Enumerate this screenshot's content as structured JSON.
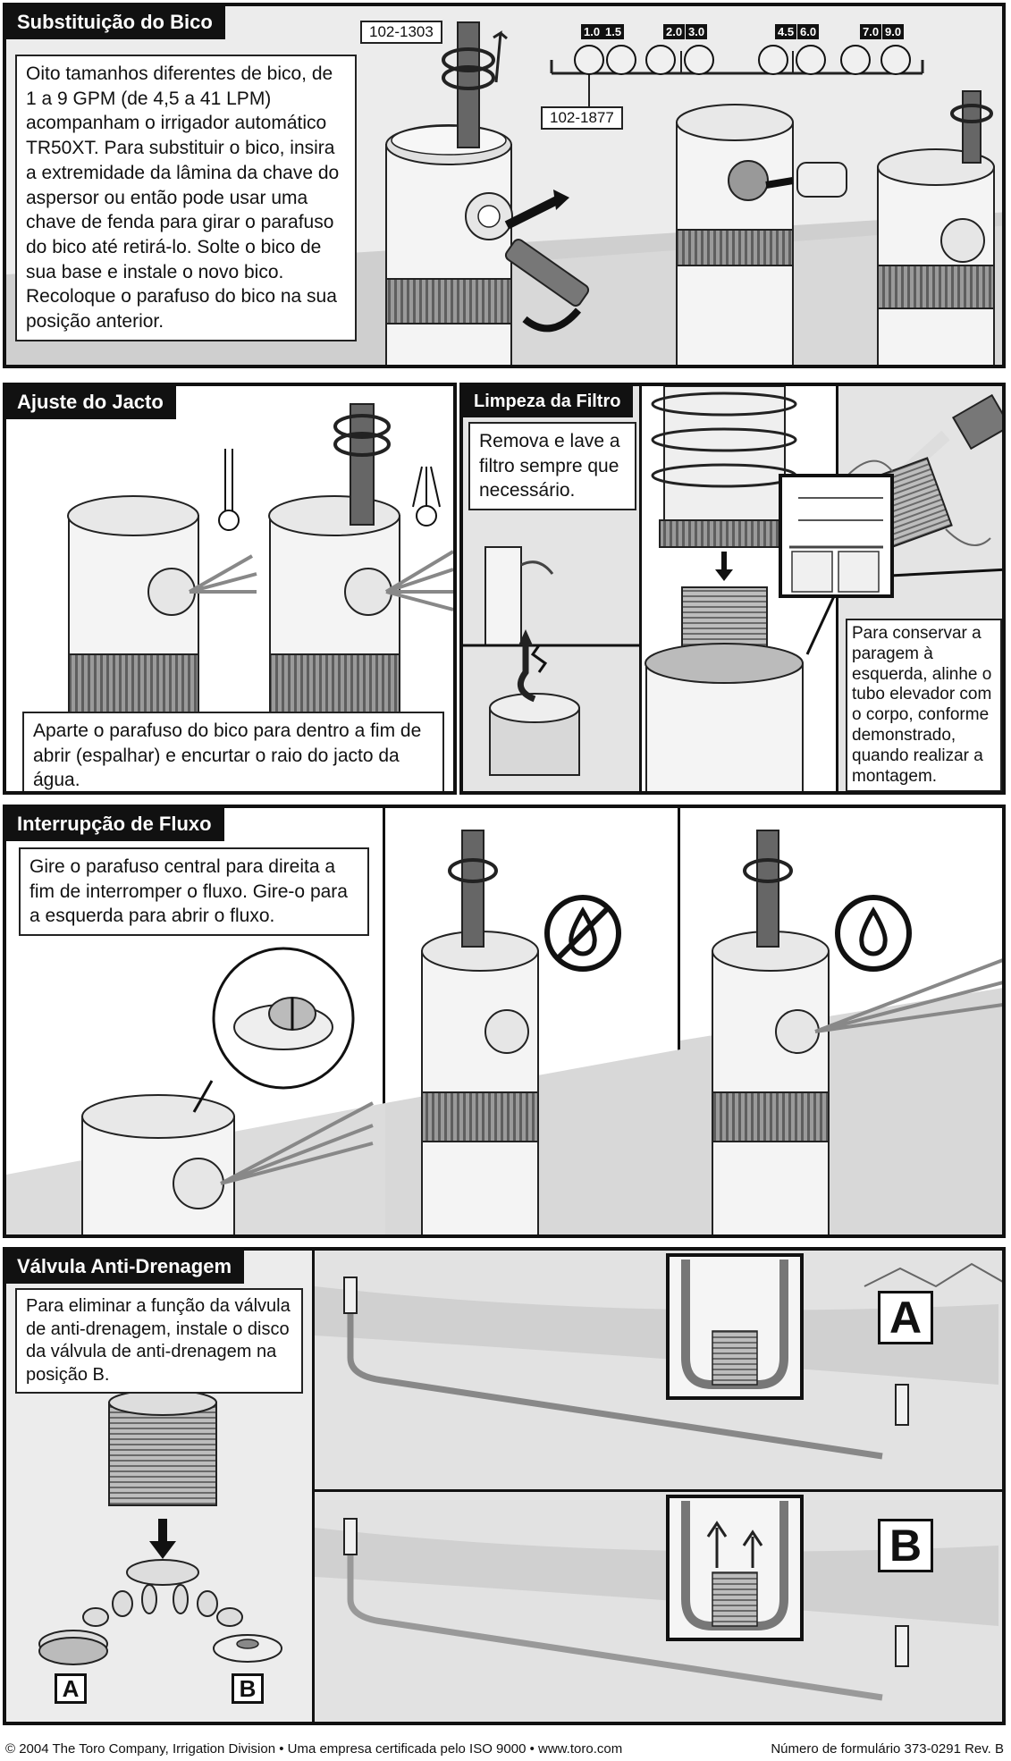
{
  "sections": {
    "nozzle_change": {
      "title": "Substituição do Bico",
      "body": "Oito tamanhos diferentes de bico, de 1 a 9 GPM (de 4,5 a 41 LPM) acompanham o irrigador automático TR50XT. Para substituir o bico, insira a extremidade da lâmina da chave do aspersor ou então pode usar uma chave de fenda para girar o parafuso do bico até retirá-lo. Solte o bico de sua base e instale o novo bico. Recoloque o parafuso do bico na sua posição anterior.",
      "tool_part": "102-1303",
      "nozzle_part": "102-1877",
      "nozzle_sizes": [
        "1.0",
        "1.5",
        "2.0",
        "3.0",
        "4.5",
        "6.0",
        "7.0",
        "9.0"
      ]
    },
    "jet_adjust": {
      "title": "Ajuste do Jacto",
      "body": "Aparte o parafuso do bico para dentro a fim de abrir (espalhar) e encurtar o raio do jacto da água."
    },
    "filter_clean": {
      "title": "Limpeza da Filtro",
      "body": "Remova e lave a filtro sempre que necessário.",
      "note": "Para conservar a paragem à esquerda, alinhe o tubo elevador com o corpo, conforme demonstrado, quando realizar a montagem."
    },
    "flow_shutoff": {
      "title": "Interrupção de Fluxo",
      "body": "Gire o parafuso central para direita a fim de interromper o fluxo. Gire-o para a esquerda para abrir o fluxo."
    },
    "anti_drain": {
      "title": "Válvula Anti-Drenagem",
      "body": "Para eliminar a função da válvula de anti-drenagem, instale o disco da válvula de anti-drenagem na posição B.",
      "position_a": "A",
      "position_b": "B"
    }
  },
  "footer": {
    "copyright": "© 2004 The Toro Company, Irrigation Division • Uma empresa certificada pelo ISO 9000 • www.toro.com",
    "form_number": "Número de formulário 373-0291 Rev. B"
  }
}
